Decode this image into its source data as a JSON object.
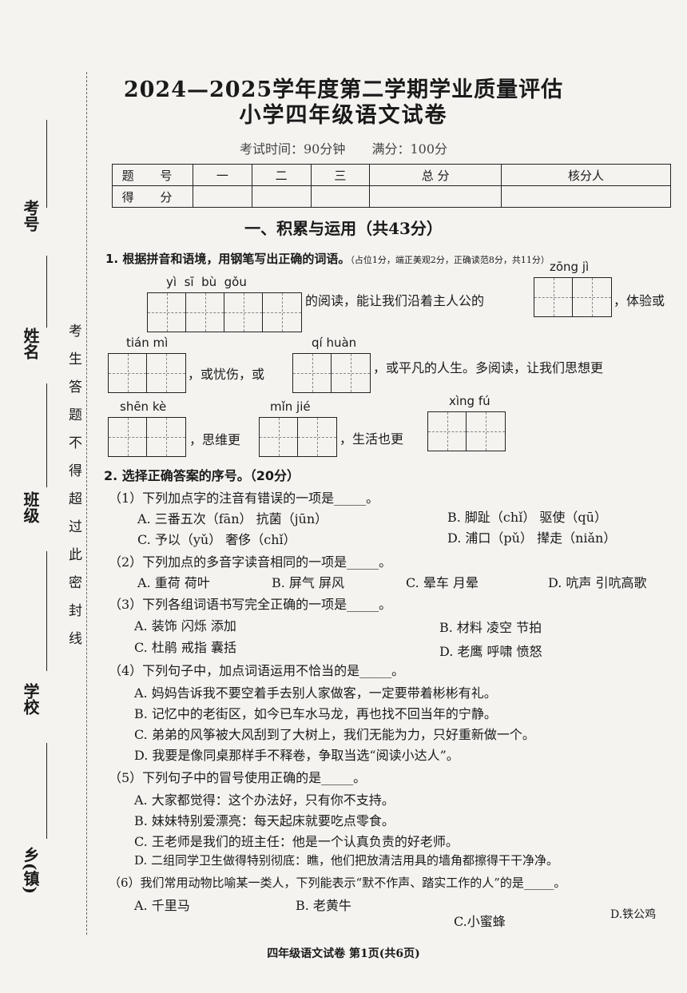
{
  "header": {
    "title_line1": "2024—2025学年度第二学期学业质量评估",
    "title_line2": "小学四年级语文试卷",
    "exam_time": "考试时间：90分钟",
    "full_score": "满分：100分"
  },
  "score_table": {
    "row1": [
      "题 号",
      "一",
      "二",
      "三",
      "总 分",
      "核分人"
    ],
    "row2_label": "得 分"
  },
  "sidebar": {
    "exam_no": "考号",
    "name": "姓名",
    "class": "班级",
    "school": "学校",
    "town": "乡(镇)",
    "seal_text": "考生答题不得超过此密封线"
  },
  "section1": {
    "title": "一、积累与运用（共43分）",
    "q1": {
      "stem": "1. 根据拼音和语境，用钢笔写出正确的词语。",
      "note": "（占位1分，端正美观2分，正确读范8分，共11分）",
      "pinyin": {
        "yisibugou": "yì  sī  bù  gǒu",
        "zongji": "zōng jì",
        "tianmi": "tián mì",
        "qihuan": "qí huàn",
        "shenke": "shēn kè",
        "minjie": "mǐn jié",
        "xingfu": "xìng fú"
      },
      "text1": "的阅读，能让我们沿着主人公的",
      "text2": "，体验或",
      "text3": "，或忧伤，或",
      "text4": "，或平凡的人生。多阅读，让我们思想更",
      "text5": "，思维更",
      "text6": "，生活也更"
    },
    "q2": {
      "stem": "2. 选择正确答案的序号。（20分）",
      "sub1": {
        "stem": "（1）下列加点字的注音有错误的一项是_____。",
        "a": "A. 三番五次（fān）  抗菌（jūn）",
        "b": "B. 脚趾（chǐ）   驱使（qū）",
        "c": "C. 予以（yǔ）   奢侈（chǐ）",
        "d": "D. 浦口（pǔ）   撵走（niǎn）"
      },
      "sub2": {
        "stem": "（2）下列加点的多音字读音相同的一项是_____。",
        "a": "A. 重荷 荷叶",
        "b": "B. 屏气 屏风",
        "c": "C. 晕车 月晕",
        "d": "D. 吭声 引吭高歌"
      },
      "sub3": {
        "stem": "（3）下列各组词语书写完全正确的一项是_____。",
        "a": "A. 装饰  闪烁  添加",
        "b": "B. 材料  凌空  节拍",
        "c": "C. 杜鹃  戒指  囊括",
        "d": "D. 老鹰  呼啸  愤怒"
      },
      "sub4": {
        "stem": "（4）下列句子中，加点词语运用不恰当的是_____。",
        "a": "A. 妈妈告诉我不要空着手去别人家做客，一定要带着彬彬有礼。",
        "b": "B. 记忆中的老街区，如今已车水马龙，再也找不回当年的宁静。",
        "c": "C. 弟弟的风筝被大风刮到了大树上，我们无能为力，只好重新做一个。",
        "d": "D. 我要是像同桌那样手不释卷，争取当选“阅读小达人”。"
      },
      "sub5": {
        "stem": "（5）下列句子中的冒号使用正确的是_____。",
        "a": "A. 大家都觉得：这个办法好，只有你不支持。",
        "b": "B. 妹妹特别爱漂亮：每天起床就要吃点零食。",
        "c": "C. 王老师是我们的班主任：他是一个认真负责的好老师。",
        "d": "D. 二组同学卫生做得特别彻底：瞧，他们把放清洁用具的墙角都擦得干干净净。"
      },
      "sub6": {
        "stem": "（6）我们常用动物比喻某一类人，下列能表示“默不作声、踏实工作的人”的是_____。",
        "a": "A. 千里马",
        "b": "B. 老黄牛",
        "c": "C.小蜜蜂",
        "d": "D.铁公鸡"
      }
    }
  },
  "footer": "四年级语文试卷  第1页(共6页)"
}
